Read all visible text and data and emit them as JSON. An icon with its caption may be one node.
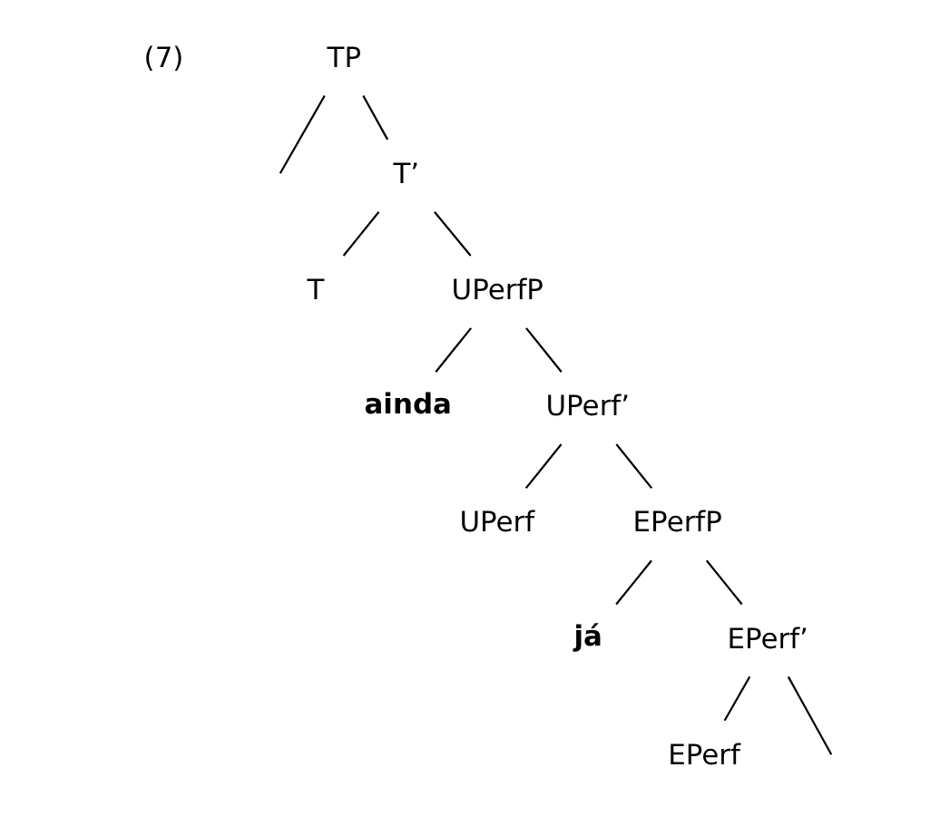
{
  "diagram": {
    "nodes": [
      {
        "text": [
          "TP"
        ]
      },
      {
        "text": [
          "T’"
        ]
      },
      {
        "text": [
          "T"
        ]
      },
      {
        "text": [
          "UPerfP"
        ]
      },
      {
        "text": [
          "ainda"
        ]
      },
      {
        "text": [
          "UPerf’"
        ]
      },
      {
        "text": [
          "UPerf"
        ]
      },
      {
        "text": [
          "EPerfP"
        ]
      },
      {
        "text": [
          "já"
        ]
      },
      {
        "text": [
          "EPerf’"
        ]
      },
      {
        "text": [
          "EPerf"
        ]
      }
    ],
    "edges": [
      {
        "from": 0,
        "to": null,
        "arrow": "none"
      },
      {
        "from": 0,
        "to": 1,
        "arrow": "none"
      },
      {
        "from": 1,
        "to": 2,
        "arrow": "none"
      },
      {
        "from": 1,
        "to": 3,
        "arrow": "none"
      },
      {
        "from": 3,
        "to": 4,
        "arrow": "none"
      },
      {
        "from": 3,
        "to": 5,
        "arrow": "none"
      },
      {
        "from": 5,
        "to": 6,
        "arrow": "none"
      },
      {
        "from": 5,
        "to": 7,
        "arrow": "none"
      },
      {
        "from": 7,
        "to": 8,
        "arrow": "none"
      },
      {
        "from": 7,
        "to": 9,
        "arrow": "none"
      },
      {
        "from": 9,
        "to": 10,
        "arrow": "none"
      },
      {
        "from": 9,
        "to": null,
        "arrow": "none"
      }
    ],
    "labels": [
      "(7)"
    ]
  }
}
